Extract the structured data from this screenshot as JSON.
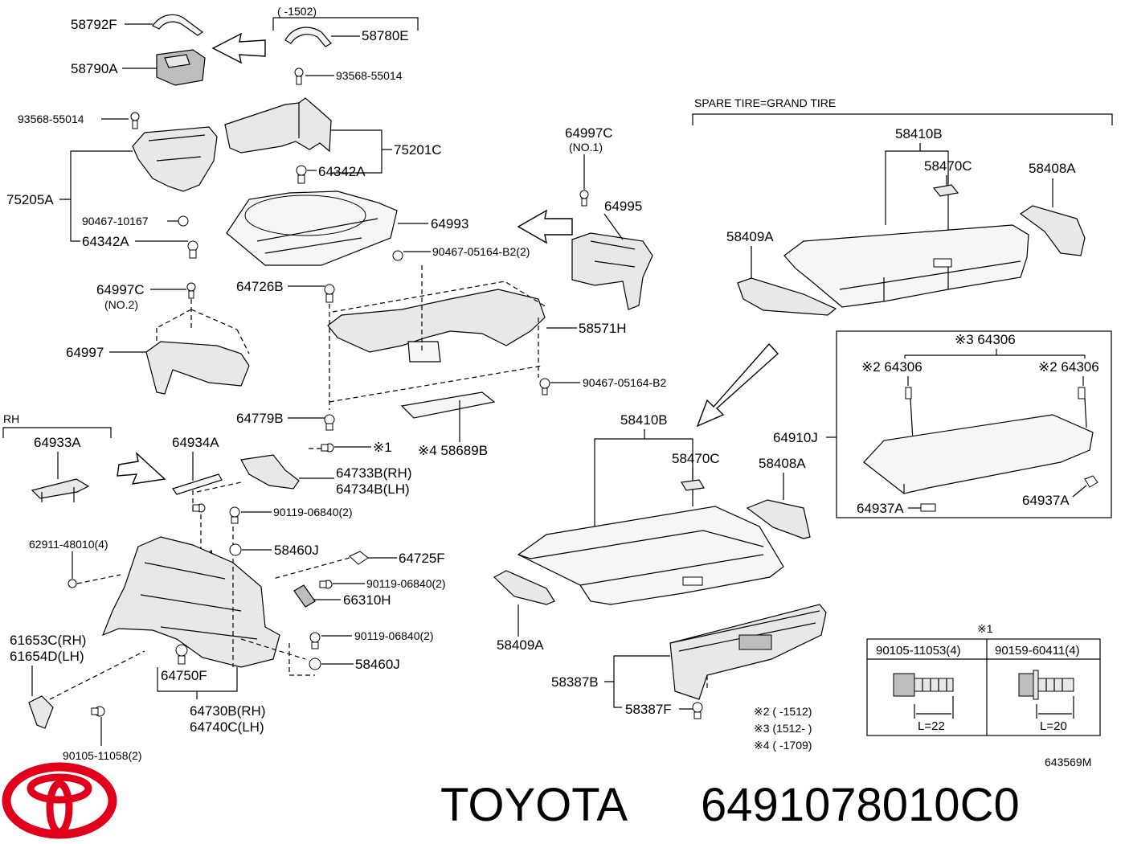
{
  "brand": {
    "name": "TOYOTA",
    "part_number": "6491078010C0"
  },
  "diagram_id": "643569M",
  "headings": {
    "spare_tire": "SPARE TIRE=GRAND TIRE",
    "rh": "RH",
    "date_top": "(      -1502)",
    "star3_64306": "※3 64306",
    "star1": "※1"
  },
  "labels": {
    "l58792F": "58792F",
    "l58790A": "58790A",
    "l58780E": "58780E",
    "l93568a": "93568-55014",
    "l93568b": "93568-55014",
    "l75201C": "75201C",
    "l75205A": "75205A",
    "l64342A_top": "64342A",
    "l90467_10167": "90467-10167",
    "l64342A": "64342A",
    "l64993": "64993",
    "l64997C_top": "64997C",
    "l_no1": "(NO.1)",
    "l64995": "64995",
    "l90467_b22": "90467-05164-B2(2)",
    "l64997C": "64997C",
    "l_no2": "(NO.2)",
    "l64726B": "64726B",
    "l64997": "64997",
    "l58571H": "58571H",
    "l90467_b2": "90467-05164-B2",
    "l64779B": "64779B",
    "l58689B": "※4 58689B",
    "l64933A": "64933A",
    "l64934A": "64934A",
    "l_star1a": "※1",
    "l64733B": "64733B(RH)",
    "l64734B": "64734B(LH)",
    "l90119a": "90119-06840(2)",
    "l62911": "62911-48010(4)",
    "l_star1b": "※1",
    "l58460J_a": "58460J",
    "l64725F": "64725F",
    "l90119b": "90119-06840(2)",
    "l66310H": "66310H",
    "l61653C": "61653C(RH)",
    "l61654D": "61654D(LH)",
    "l90119c": "90119-06840(2)",
    "l58460J_b": "58460J",
    "l64750F": "64750F",
    "l64730B": "64730B(RH)",
    "l64740C": "64740C(LH)",
    "l90105_11058": "90105-11058(2)",
    "l58410B_top": "58410B",
    "l58470C_top": "58470C",
    "l58408A_top": "58408A",
    "l58409A_top": "58409A",
    "l64306_left": "※2 64306",
    "l64306_right": "※2 64306",
    "l64910J": "64910J",
    "l64937A_left": "64937A",
    "l64937A_right": "64937A",
    "l58410B": "58410B",
    "l58470C": "58470C",
    "l58408A": "58408A",
    "l58409A": "58409A",
    "l58387B": "58387B",
    "l58387F": "58387F"
  },
  "notes": {
    "n2": "※2 (       -1512)",
    "n3": "※3 (1512-       )",
    "n4": "※4 (       -1709)"
  },
  "fastener_table": {
    "col1_part": "90105-11053(4)",
    "col2_part": "90159-60411(4)",
    "col1_len": "L=22",
    "col2_len": "L=20"
  },
  "colors": {
    "logo": "#e0001b",
    "ink": "#000000"
  }
}
